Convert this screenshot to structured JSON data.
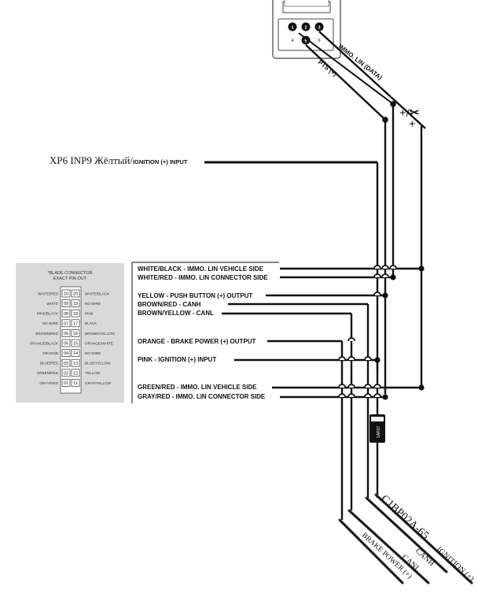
{
  "connector_top": {
    "pins": [
      "1",
      "2",
      "3",
      "4",
      "5",
      "6"
    ],
    "label_immo": "IMMO. LIN (DATA)",
    "label_pts": "PTS (+)"
  },
  "symbols": {
    "plus_scissors": "+/✂",
    "plus": "+"
  },
  "ignition_label": {
    "prefix": "XP6 INP9 Жёлтый/",
    "suffix": "IGNITION (+) INPUT"
  },
  "blade_connector": {
    "title_line1": "*BLADE CONNECTOR",
    "title_line2": "EXACT PIN-OUT",
    "rows": [
      {
        "left": "WHITE/RED",
        "pin_a": "10",
        "pin_b": "20",
        "right": "WHITE/BLACK"
      },
      {
        "left": "WHITE",
        "pin_a": "09",
        "pin_b": "19",
        "right": "NO WIRE"
      },
      {
        "left": "PINK/BLACK",
        "pin_a": "08",
        "pin_b": "18",
        "right": "PINK"
      },
      {
        "left": "NO WIRE",
        "pin_a": "07",
        "pin_b": "17",
        "right": "BLACK"
      },
      {
        "left": "BROWN/RED",
        "pin_a": "06",
        "pin_b": "16",
        "right": "BROWN/YELLOW"
      },
      {
        "left": "ORANGE/BLACK",
        "pin_a": "05",
        "pin_b": "15",
        "right": "ORANGE/WHITE"
      },
      {
        "left": "ORANGE",
        "pin_a": "04",
        "pin_b": "14",
        "right": "NO WIRE"
      },
      {
        "left": "BLUE/RED",
        "pin_a": "03",
        "pin_b": "13",
        "right": "BLUE/YELLOW"
      },
      {
        "left": "GREEN/RED",
        "pin_a": "02",
        "pin_b": "12",
        "right": "YELLOW"
      },
      {
        "left": "GRAY/RED",
        "pin_a": "01",
        "pin_b": "11",
        "right": "GRAY/YELLOW"
      }
    ]
  },
  "wire_labels": [
    "WHITE/BLACK - IMMO. LIN VEHICLE SIDE",
    "WHITE/RED - IMMO. LIN CONNECTOR SIDE",
    "YELLOW - PUSH BUTTON (+) OUTPUT",
    "BROWN/RED - CANH",
    "BROWN/YELLOW - CANL",
    "ORANGE - BRAKE POWER (+) OUTPUT",
    "PINK - IGNITION (+) INPUT",
    "GREEN/RED - IMMO. LIN VEHICLE SIDE",
    "GRAY/RED - IMMO. LIN CONNECTOR SIDE"
  ],
  "module_label": "1AR07",
  "bottom_labels": {
    "module_code": "C1BP02A-65",
    "ignition": "IGNITION (+)",
    "canh": "CANH",
    "canl": "CANL",
    "brake": "BRAKE POWER (+)"
  }
}
